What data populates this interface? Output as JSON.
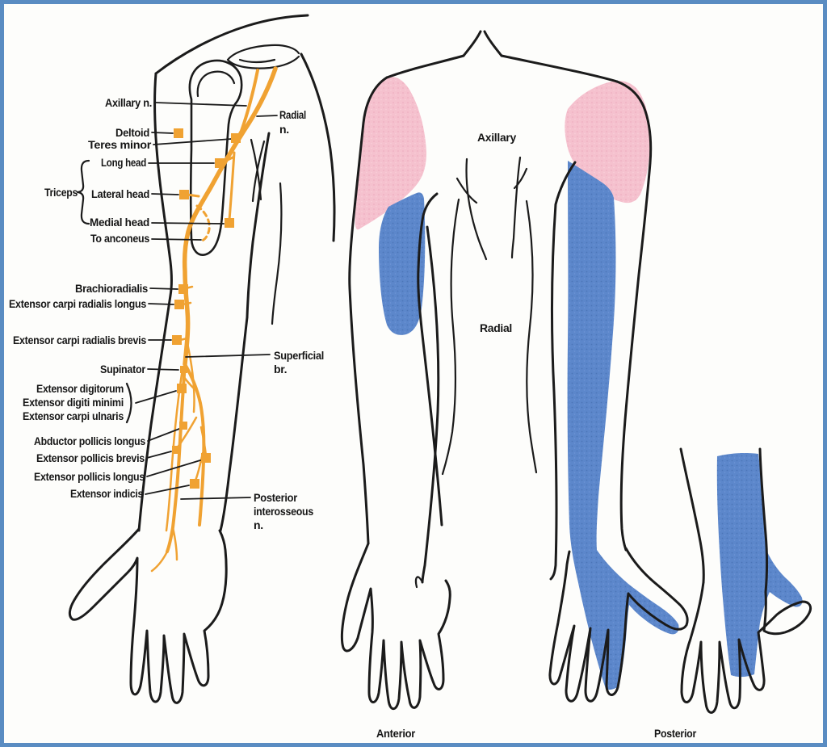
{
  "diagram_title": "Radial and axillary nerve innervation diagram",
  "colors": {
    "nerve_orange": "#F0A232",
    "axillary_pink": "#F5C1CE",
    "radial_blue": "#5C87CB",
    "outline_black": "#1B1B1B",
    "frame_blue": "#5A8CC2"
  },
  "left_panel": {
    "labels": {
      "axillary_n": "Axillary n.",
      "radial_n": [
        "Radial",
        "n."
      ],
      "deltoid": "Deltoid",
      "teres_minor": "Teres minor",
      "triceps": "Triceps",
      "long_head": "Long head",
      "lateral_head": "Lateral head",
      "medial_head": "Medial head",
      "to_anconeus": "To anconeus",
      "brachioradialis": "Brachioradialis",
      "extensor_carpi_radialis_longus": "Extensor carpi radialis longus",
      "extensor_carpi_radialis_brevis": "Extensor carpi radialis brevis",
      "supinator": "Supinator",
      "extensor_digitorum": "Extensor digitorum",
      "extensor_digiti_minimi": "Extensor digiti minimi",
      "extensor_carpi_ulnaris": "Extensor carpi ulnaris",
      "abductor_pollicis_longus": "Abductor pollicis longus",
      "extensor_pollicis_brevis": "Extensor pollicis brevis",
      "extensor_pollicis_longus": "Extensor pollicis longus",
      "extensor_indicis": "Extensor indicis",
      "superficial_br": [
        "Superficial",
        "br."
      ],
      "posterior_interosseous_n": [
        "Posterior",
        "interosseous",
        "n."
      ]
    }
  },
  "middle_panel": {
    "axillary_region": "Axillary",
    "radial_region": "Radial",
    "caption": "Anterior"
  },
  "right_panel": {
    "caption": "Posterior"
  }
}
